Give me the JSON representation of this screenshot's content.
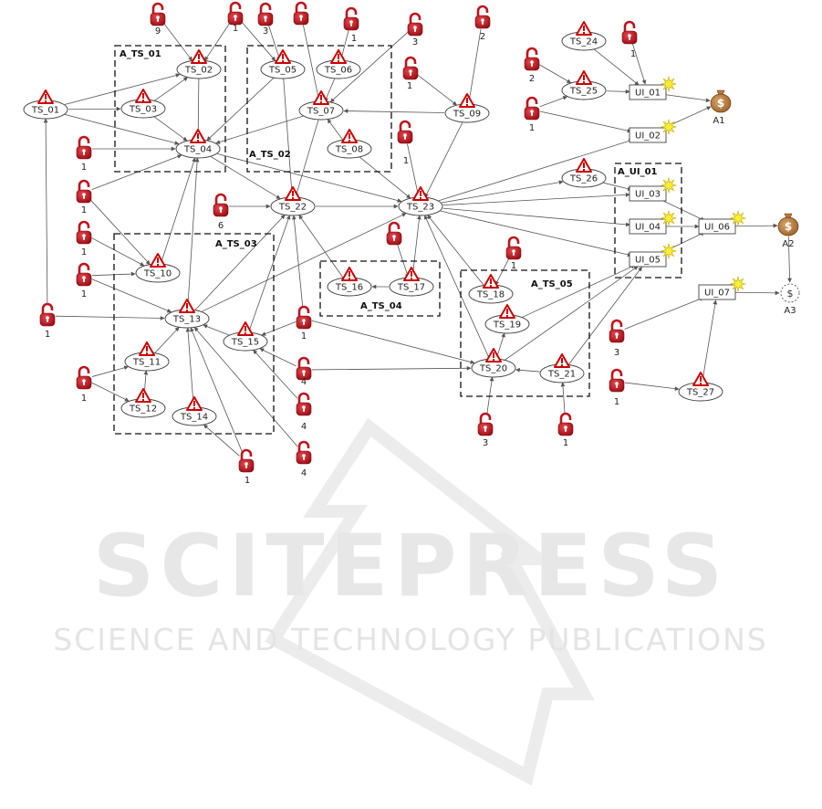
{
  "watermark": {
    "title": "SCITEPRESS",
    "subtitle": "SCIENCE AND TECHNOLOGY PUBLICATIONS"
  },
  "colors": {
    "lock": "#c0141c",
    "money": "#b87a3a",
    "star": "#f5ee3a",
    "warning": "#cc0000"
  },
  "groups": [
    {
      "id": "A_TS_01",
      "label": "A_TS_01"
    },
    {
      "id": "A_TS_02",
      "label": "A_TS_02"
    },
    {
      "id": "A_TS_03",
      "label": "A_TS_03"
    },
    {
      "id": "A_TS_04",
      "label": "A_TS_04"
    },
    {
      "id": "A_TS_05",
      "label": "A_TS_05"
    },
    {
      "id": "A_UI_01",
      "label": "A_UI_01"
    }
  ],
  "nodes": [
    {
      "id": "TS_01",
      "label": "TS_01",
      "kind": "threat"
    },
    {
      "id": "TS_02",
      "label": "TS_02",
      "kind": "threat"
    },
    {
      "id": "TS_03",
      "label": "TS_03",
      "kind": "threat"
    },
    {
      "id": "TS_04",
      "label": "TS_04",
      "kind": "threat"
    },
    {
      "id": "TS_05",
      "label": "TS_05",
      "kind": "threat"
    },
    {
      "id": "TS_06",
      "label": "TS_06",
      "kind": "threat"
    },
    {
      "id": "TS_07",
      "label": "TS_07",
      "kind": "threat"
    },
    {
      "id": "TS_08",
      "label": "TS_08",
      "kind": "threat"
    },
    {
      "id": "TS_09",
      "label": "TS_09",
      "kind": "threat"
    },
    {
      "id": "TS_10",
      "label": "TS_10",
      "kind": "threat"
    },
    {
      "id": "TS_11",
      "label": "TS_11",
      "kind": "threat"
    },
    {
      "id": "TS_12",
      "label": "TS_12",
      "kind": "threat"
    },
    {
      "id": "TS_13",
      "label": "TS_13",
      "kind": "threat"
    },
    {
      "id": "TS_14",
      "label": "TS_14",
      "kind": "threat"
    },
    {
      "id": "TS_15",
      "label": "TS_15",
      "kind": "threat"
    },
    {
      "id": "TS_16",
      "label": "TS_16",
      "kind": "threat"
    },
    {
      "id": "TS_17",
      "label": "TS_17",
      "kind": "threat"
    },
    {
      "id": "TS_18",
      "label": "TS_18",
      "kind": "threat"
    },
    {
      "id": "TS_19",
      "label": "TS_19",
      "kind": "threat"
    },
    {
      "id": "TS_20",
      "label": "TS_20",
      "kind": "threat"
    },
    {
      "id": "TS_21",
      "label": "TS_21",
      "kind": "threat"
    },
    {
      "id": "TS_22",
      "label": "TS_22",
      "kind": "threat"
    },
    {
      "id": "TS_23",
      "label": "TS_23",
      "kind": "threat"
    },
    {
      "id": "TS_24",
      "label": "TS_24",
      "kind": "threat"
    },
    {
      "id": "TS_25",
      "label": "TS_25",
      "kind": "threat"
    },
    {
      "id": "TS_26",
      "label": "TS_26",
      "kind": "threat"
    },
    {
      "id": "TS_27",
      "label": "TS_27",
      "kind": "threat"
    },
    {
      "id": "UI_01",
      "label": "UI_01",
      "kind": "impact"
    },
    {
      "id": "UI_02",
      "label": "UI_02",
      "kind": "impact"
    },
    {
      "id": "UI_03",
      "label": "UI_03",
      "kind": "impact"
    },
    {
      "id": "UI_04",
      "label": "UI_04",
      "kind": "impact"
    },
    {
      "id": "UI_05",
      "label": "UI_05",
      "kind": "impact"
    },
    {
      "id": "UI_06",
      "label": "UI_06",
      "kind": "impact"
    },
    {
      "id": "UI_07",
      "label": "UI_07",
      "kind": "impact"
    }
  ],
  "assets": [
    {
      "id": "A1",
      "label": "A1"
    },
    {
      "id": "A2",
      "label": "A2"
    },
    {
      "id": "A3",
      "label": "A3"
    }
  ],
  "locks": [
    {
      "id": "L9",
      "value": "9"
    },
    {
      "id": "L1a",
      "value": "1"
    },
    {
      "id": "L3a",
      "value": "3"
    },
    {
      "id": "L1b",
      "value": ""
    },
    {
      "id": "L1c",
      "value": "1"
    },
    {
      "id": "L3b",
      "value": "3"
    },
    {
      "id": "L2a",
      "value": "2"
    },
    {
      "id": "L1d",
      "value": "1"
    },
    {
      "id": "L1e",
      "value": "1"
    },
    {
      "id": "L1f",
      "value": "1"
    },
    {
      "id": "L1g",
      "value": "1"
    },
    {
      "id": "L1h",
      "value": "1"
    },
    {
      "id": "L1i",
      "value": "1"
    },
    {
      "id": "L6",
      "value": "6"
    },
    {
      "id": "L1j",
      "value": "1"
    },
    {
      "id": "L1k",
      "value": ""
    },
    {
      "id": "L1l",
      "value": "1"
    },
    {
      "id": "L1m",
      "value": "1"
    },
    {
      "id": "L4a",
      "value": "4"
    },
    {
      "id": "L4b",
      "value": "4"
    },
    {
      "id": "L4c",
      "value": "4"
    },
    {
      "id": "L1n",
      "value": "1"
    },
    {
      "id": "L1o",
      "value": "1"
    },
    {
      "id": "L1p",
      "value": "1"
    },
    {
      "id": "L3c",
      "value": "3"
    },
    {
      "id": "L1q",
      "value": "1"
    },
    {
      "id": "L2b",
      "value": "2"
    },
    {
      "id": "L1r",
      "value": "1"
    },
    {
      "id": "L1s",
      "value": "1"
    },
    {
      "id": "L3d",
      "value": "3"
    },
    {
      "id": "L1t",
      "value": "1"
    },
    {
      "id": "L1u",
      "value": "1"
    }
  ],
  "edges": [
    [
      "L9",
      "TS_02"
    ],
    [
      "L1a",
      "TS_02"
    ],
    [
      "L1a",
      "TS_05"
    ],
    [
      "L3a",
      "TS_05"
    ],
    [
      "L1b",
      "TS_07"
    ],
    [
      "L1c",
      "TS_06"
    ],
    [
      "L3b",
      "TS_07"
    ],
    [
      "L1d",
      "TS_09"
    ],
    [
      "L2a",
      "TS_09"
    ],
    [
      "TS_01",
      "TS_02"
    ],
    [
      "TS_01",
      "TS_03"
    ],
    [
      "TS_01",
      "TS_04"
    ],
    [
      "TS_03",
      "TS_02"
    ],
    [
      "TS_03",
      "TS_04"
    ],
    [
      "TS_02",
      "TS_04"
    ],
    [
      "TS_05",
      "TS_04"
    ],
    [
      "TS_05",
      "TS_22"
    ],
    [
      "TS_06",
      "TS_07"
    ],
    [
      "TS_07",
      "TS_04"
    ],
    [
      "TS_08",
      "TS_07"
    ],
    [
      "TS_09",
      "TS_07"
    ],
    [
      "TS_09",
      "TS_23"
    ],
    [
      "TS_07",
      "TS_22"
    ],
    [
      "TS_04",
      "TS_23"
    ],
    [
      "TS_04",
      "TS_22"
    ],
    [
      "TS_08",
      "TS_23"
    ],
    [
      "L1e",
      "TS_23"
    ],
    [
      "L1f",
      "TS_04"
    ],
    [
      "L1g",
      "TS_04"
    ],
    [
      "L1g",
      "TS_10"
    ],
    [
      "L1h",
      "TS_10"
    ],
    [
      "L1i",
      "TS_10"
    ],
    [
      "L1i",
      "TS_13"
    ],
    [
      "L1j",
      "TS_13"
    ],
    [
      "L1j",
      "TS_01"
    ],
    [
      "L6",
      "TS_22"
    ],
    [
      "TS_10",
      "TS_04"
    ],
    [
      "TS_13",
      "TS_04"
    ],
    [
      "TS_13",
      "TS_22"
    ],
    [
      "TS_13",
      "TS_23"
    ],
    [
      "TS_11",
      "TS_13"
    ],
    [
      "TS_12",
      "TS_11"
    ],
    [
      "L1l",
      "TS_11"
    ],
    [
      "L1l",
      "TS_12"
    ],
    [
      "TS_14",
      "TS_13"
    ],
    [
      "L1m",
      "TS_14"
    ],
    [
      "L1m",
      "TS_13"
    ],
    [
      "TS_15",
      "TS_13"
    ],
    [
      "TS_15",
      "TS_22"
    ],
    [
      "L4a",
      "TS_15"
    ],
    [
      "L4b",
      "TS_15"
    ],
    [
      "L4c",
      "TS_13"
    ],
    [
      "L1n",
      "TS_15"
    ],
    [
      "L1n",
      "TS_22"
    ],
    [
      "L1n",
      "TS_20"
    ],
    [
      "L4a",
      "TS_20"
    ],
    [
      "TS_22",
      "TS_23"
    ],
    [
      "TS_16",
      "TS_22"
    ],
    [
      "TS_17",
      "TS_16"
    ],
    [
      "TS_17",
      "TS_23"
    ],
    [
      "L1k",
      "TS_17"
    ],
    [
      "TS_18",
      "TS_23"
    ],
    [
      "L1o",
      "TS_18"
    ],
    [
      "TS_19",
      "TS_05_link"
    ],
    [
      "TS_20",
      "TS_19"
    ],
    [
      "TS_20",
      "TS_23"
    ],
    [
      "TS_21",
      "TS_20"
    ],
    [
      "L3c",
      "TS_20"
    ],
    [
      "L1p",
      "TS_21"
    ],
    [
      "TS_20",
      "UI_05"
    ],
    [
      "TS_21",
      "UI_05"
    ],
    [
      "TS_19",
      "UI_05"
    ],
    [
      "TS_23",
      "UI_02"
    ],
    [
      "TS_23",
      "TS_26"
    ],
    [
      "TS_23",
      "UI_03"
    ],
    [
      "TS_23",
      "UI_04"
    ],
    [
      "TS_23",
      "UI_05"
    ],
    [
      "TS_26",
      "UI_03"
    ],
    [
      "TS_24",
      "UI_01"
    ],
    [
      "L1q",
      "UI_01"
    ],
    [
      "L2b",
      "TS_25"
    ],
    [
      "TS_25",
      "UI_01"
    ],
    [
      "L1r",
      "TS_25"
    ],
    [
      "L1r",
      "UI_02"
    ],
    [
      "UI_01",
      "A1"
    ],
    [
      "UI_02",
      "A1"
    ],
    [
      "UI_03",
      "UI_06"
    ],
    [
      "UI_04",
      "UI_06"
    ],
    [
      "UI_05",
      "UI_06"
    ],
    [
      "UI_06",
      "A2"
    ],
    [
      "A2",
      "A3"
    ],
    [
      "UI_07",
      "A3"
    ],
    [
      "L3d",
      "UI_07"
    ],
    [
      "L1t",
      "TS_27"
    ],
    [
      "TS_27",
      "UI_07"
    ]
  ]
}
